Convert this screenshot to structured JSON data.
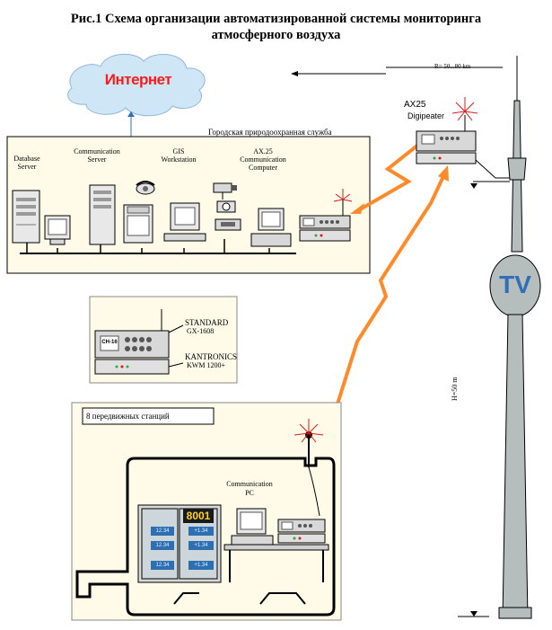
{
  "title": {
    "line1": "Рис.1 Схема организации автоматизированной системы мониторинга",
    "line2": "атмосферного воздуха"
  },
  "internet": {
    "label": "Интернет",
    "color": "#ff1a1a",
    "cloud_color": "#cfe6f7"
  },
  "range_label": "R= 50...80 km",
  "digipeater": {
    "line1": "AX25",
    "line2": "Digipeater"
  },
  "tv_tower": {
    "label": "TV",
    "height_label": "H=50 m"
  },
  "city_service": {
    "title": "Городская природоохранная служба",
    "nodes": [
      {
        "line1": "Database",
        "line2": "Server",
        "line3": ""
      },
      {
        "line1": "Communication",
        "line2": "Server",
        "line3": ""
      },
      {
        "line1": "GIS",
        "line2": "Workstation",
        "line3": ""
      },
      {
        "line1": "AX.25",
        "line2": "Communication",
        "line3": "Computer"
      }
    ]
  },
  "equipment": {
    "radio_line1": "STANDARD",
    "radio_line2": "GX-1608",
    "tnc_line1": "KANTRONICS",
    "tnc_line2": "KWM 1200+",
    "radio_display": "CH-16"
  },
  "station": {
    "label": "8 передвижных станций",
    "pc_line1": "Communication",
    "pc_line2": "PC",
    "analyzer_display": "8001",
    "readings": [
      "12.34",
      "+1.34",
      "12.34",
      "+1.34",
      "12.34",
      "+1.34"
    ]
  },
  "colors": {
    "panel_fill": "#fffbe8",
    "link_orange": "#ff8a2a",
    "link_blue": "#2f6fb8",
    "led_green": "#2ea84a",
    "led_red": "#d9191a",
    "tower_fill": "#b6bdbd"
  }
}
